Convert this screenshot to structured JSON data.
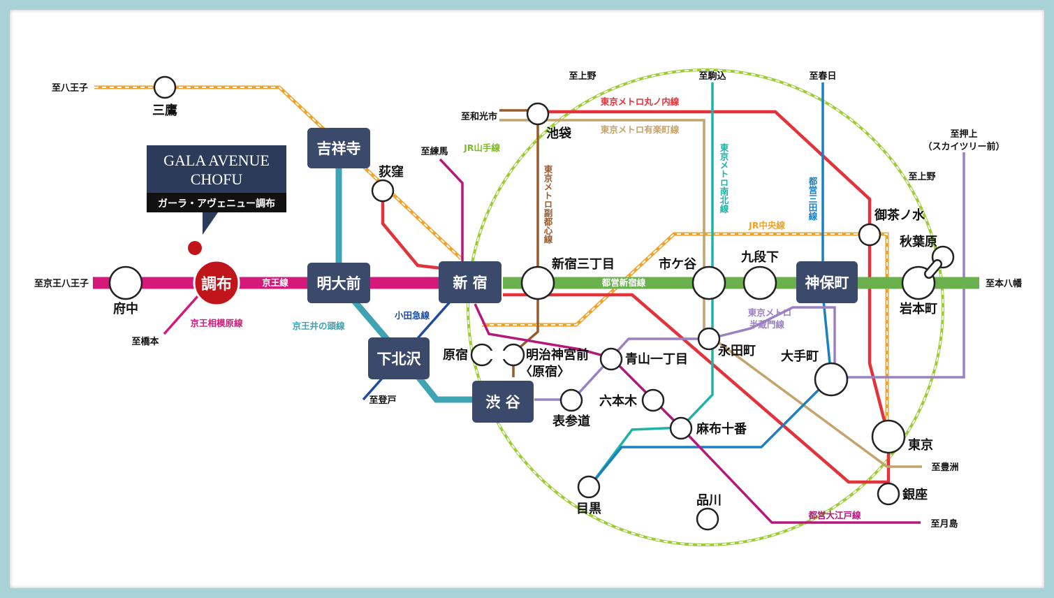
{
  "property": {
    "name_en_line1": "GALA AVENUE",
    "name_en_line2": "CHOFU",
    "name_ja": "ガーラ・アヴェニュー調布"
  },
  "colors": {
    "keio": "#d4197a",
    "chuo": "#f0a12a",
    "marunouchi": "#e2323a",
    "yurakucho": "#c4a36c",
    "fukutoshin": "#9b5a2c",
    "nanboku": "#1fb3a6",
    "mita": "#1b7fc3",
    "shinjuku_toei": "#6ab04c",
    "hanzomon": "#9b80c2",
    "oedo": "#b5177a",
    "yamanote": "#9acd32",
    "inokashira": "#3ea3b3",
    "odakyu": "#1e4ba0",
    "station_box": "#3b4a6b",
    "chofu": "#c0161b"
  },
  "directions": {
    "hachioji": "至八王子",
    "keio_hachioji": "至京王八王子",
    "hashimoto": "至橋本",
    "nerima": "至練馬",
    "wakoshi": "至和光市",
    "ueno_top": "至上野",
    "komagome": "至駒込",
    "kasuga": "至春日",
    "oshiage": "至押上",
    "skytree": "（スカイツリー前）",
    "ueno_right": "至上野",
    "motoyawata": "至本八幡",
    "toyosu": "至豊洲",
    "tsukishima": "至月島",
    "noborito": "至登戸"
  },
  "lines": {
    "keio": "京王線",
    "keio_sagamihara": "京王相模原線",
    "inokashira": "京王井の頭線",
    "odakyu": "小田急線",
    "yamanote": "JR山手線",
    "chuo": "JR中央線",
    "marunouchi": "東京メトロ丸ノ内線",
    "yurakucho": "東京メトロ有楽町線",
    "fukutoshin": "東京メトロ副都心線",
    "nanboku": "東京メトロ南北線",
    "mita": "都営三田線",
    "shinjuku_toei": "都営新宿線",
    "hanzomon_1": "東京メトロ",
    "hanzomon_2": "半蔵門線",
    "oedo": "都営大江戸線"
  },
  "stations": {
    "mitaka": "三鷹",
    "kichijoji": "吉祥寺",
    "ogikubo": "荻窪",
    "fuchu": "府中",
    "chofu": "調布",
    "meidaimae": "明大前",
    "shinjuku": "新 宿",
    "shimokitazawa": "下北沢",
    "ikebukuro": "池袋",
    "shinjuku_sanchome": "新宿三丁目",
    "ichigaya": "市ケ谷",
    "kudanshita": "九段下",
    "jimbocho": "神保町",
    "ochanomizu": "御茶ノ水",
    "akihabara": "秋葉原",
    "iwamotocho": "岩本町",
    "harajuku": "原宿",
    "meiji_jingumae_1": "明治神宮前",
    "meiji_jingumae_2": "〈原宿〉",
    "aoyama_itchome": "青山一丁目",
    "nagatacho": "永田町",
    "otemachi": "大手町",
    "shibuya": "渋 谷",
    "omotesando": "表参道",
    "roppongi": "六本木",
    "azabu_juban": "麻布十番",
    "tokyo": "東京",
    "meguro": "目黒",
    "shinagawa": "品川",
    "ginza": "銀座"
  }
}
